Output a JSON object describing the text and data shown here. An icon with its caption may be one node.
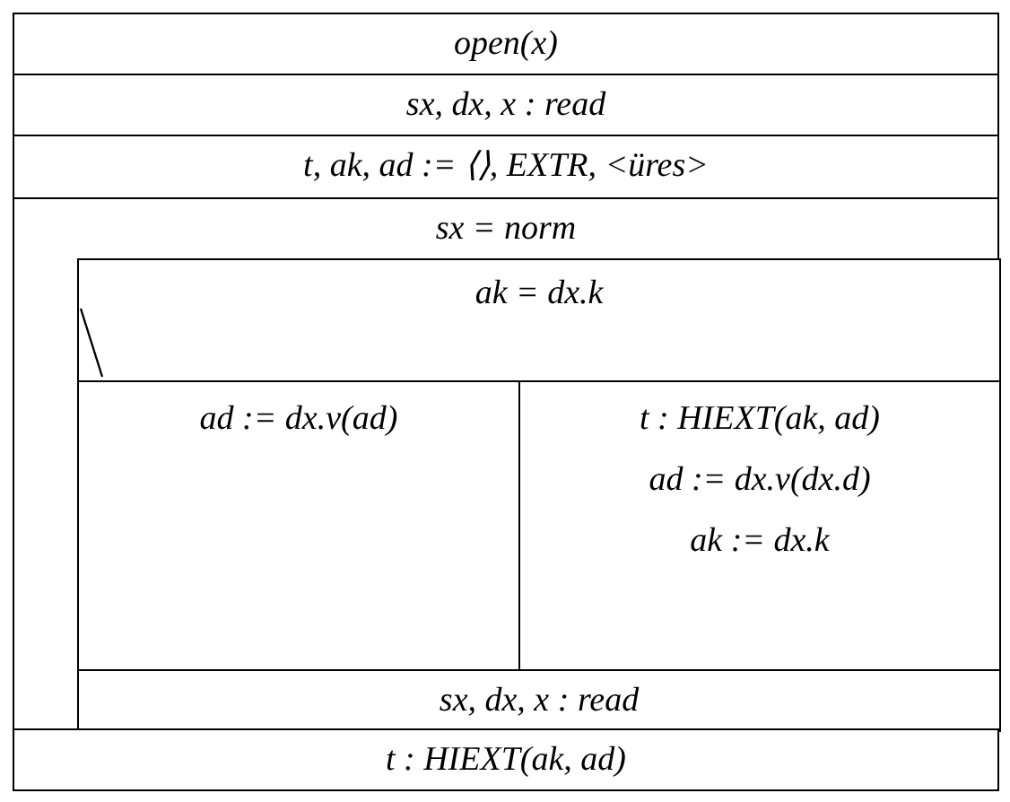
{
  "diagram": {
    "nodes": [
      {
        "text": [
          "open(x)"
        ]
      },
      {
        "text": [
          "sx, dx, x : read"
        ]
      },
      {
        "text": [
          "t, ak, ad := ⟨⟩, EXTR, <üres>"
        ]
      },
      {
        "text": [
          "sx = norm"
        ]
      },
      {
        "text": [
          "ak = dx.k"
        ],
        "in": 3
      },
      {
        "text": [
          "ad := dx.v(ad)"
        ],
        "in": 3
      },
      {
        "text": [
          "t : HIEXT(ak, ad)",
          "ad := dx.v(dx.d)",
          "ak := dx.k"
        ],
        "in": 3
      },
      {
        "text": [
          "sx, dx, x : read"
        ],
        "in": 3
      },
      {
        "text": [
          "t : HIEXT(ak, ad)"
        ]
      }
    ]
  }
}
